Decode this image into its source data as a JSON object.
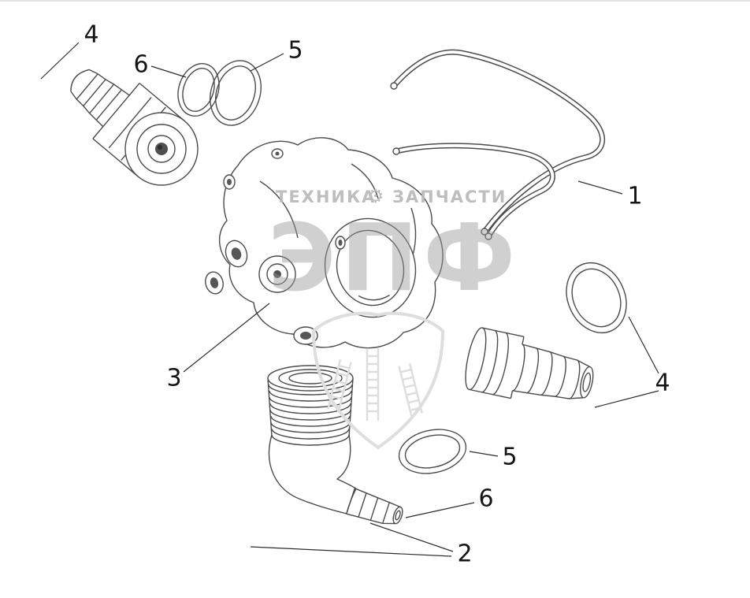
{
  "diagram": {
    "type": "exploded-parts-diagram",
    "callouts": [
      {
        "label": "4"
      },
      {
        "label": "6"
      },
      {
        "label": "5"
      },
      {
        "label": "1"
      },
      {
        "label": "3"
      },
      {
        "label": "4"
      },
      {
        "label": "5"
      },
      {
        "label": "6"
      },
      {
        "label": "2"
      }
    ]
  },
  "watermark": {
    "left": "ТЕХНИКА",
    "right": "ЗАПЧАСТИ",
    "gear": "⚙",
    "big": "ЭПФ"
  }
}
